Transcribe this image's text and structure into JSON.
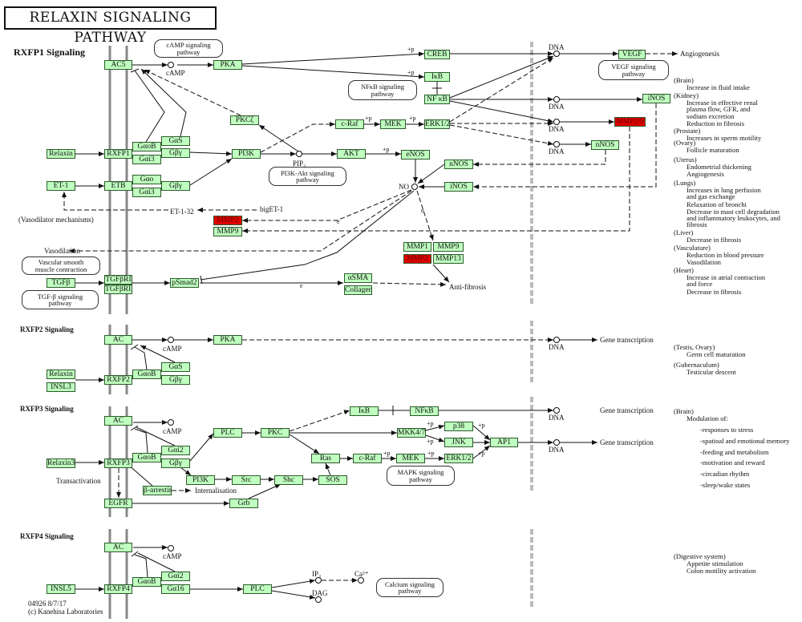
{
  "title": "RELAXIN SIGNALING PATHWAY",
  "colors": {
    "node_fill": "#bfffbf",
    "node_highlight": "#e00000",
    "membrane": "#888888",
    "nucleus_border": "#bbbbbb"
  },
  "sections": [
    {
      "id": "s1",
      "label": "RXFP1 Signaling"
    },
    {
      "id": "s2",
      "label": "RXFP2 Signaling"
    },
    {
      "id": "s3",
      "label": "RXFP3 Signaling"
    },
    {
      "id": "s4",
      "label": "RXFP4 Signaling"
    }
  ],
  "nodes": [
    {
      "id": "ac5",
      "label": "AC5"
    },
    {
      "id": "pka1",
      "label": "PKA"
    },
    {
      "id": "creb",
      "label": "CREB"
    },
    {
      "id": "ikb1",
      "label": "IκB"
    },
    {
      "id": "nfkb1",
      "label": "NF κB"
    },
    {
      "id": "relaxin1",
      "label": "Relaxin"
    },
    {
      "id": "rxfp1",
      "label": "RXFP1"
    },
    {
      "id": "gas1",
      "label": "GαS"
    },
    {
      "id": "gaob1",
      "label": "GαoB"
    },
    {
      "id": "gai3a",
      "label": "Gαi3"
    },
    {
      "id": "gby1",
      "label": "Gβγ"
    },
    {
      "id": "et1",
      "label": "ET-1"
    },
    {
      "id": "etb",
      "label": "ETB"
    },
    {
      "id": "gao",
      "label": "Gαo"
    },
    {
      "id": "gai3b",
      "label": "Gαi3"
    },
    {
      "id": "gby2",
      "label": "Gβγ"
    },
    {
      "id": "pi3k1",
      "label": "PI3K"
    },
    {
      "id": "pkcz",
      "label": "PKCζ"
    },
    {
      "id": "craf1",
      "label": "c-Raf"
    },
    {
      "id": "mek1",
      "label": "MEK"
    },
    {
      "id": "erk1",
      "label": "ERK1/2"
    },
    {
      "id": "akt",
      "label": "AKT"
    },
    {
      "id": "enos",
      "label": "eNOS"
    },
    {
      "id": "nnos_m",
      "label": "nNOS"
    },
    {
      "id": "inos_m",
      "label": "iNOS"
    },
    {
      "id": "vegf",
      "label": "VEGF"
    },
    {
      "id": "inos_r",
      "label": "iNOS"
    },
    {
      "id": "mmp29",
      "label": "MMP2/9",
      "hl": true
    },
    {
      "id": "nnos_r",
      "label": "nNOS"
    },
    {
      "id": "mmp2a",
      "label": "MMP2",
      "hl": true
    },
    {
      "id": "mmp9a",
      "label": "MMP9"
    },
    {
      "id": "mmp1",
      "label": "MMP1"
    },
    {
      "id": "mmp9b",
      "label": "MMP9"
    },
    {
      "id": "mmp2b",
      "label": "MMP2",
      "hl": true
    },
    {
      "id": "mmp13",
      "label": "MMP13"
    },
    {
      "id": "tgfb",
      "label": "TGFβ"
    },
    {
      "id": "tgfbr1",
      "label": "TGFβRI"
    },
    {
      "id": "tgfbr2",
      "label": "TGFβRII"
    },
    {
      "id": "psmad2",
      "label": "pSmad2"
    },
    {
      "id": "asma",
      "label": "αSMA"
    },
    {
      "id": "collagen",
      "label": "Collagen"
    },
    {
      "id": "ac2",
      "label": "AC"
    },
    {
      "id": "pka2",
      "label": "PKA"
    },
    {
      "id": "relaxin2",
      "label": "Relaxin"
    },
    {
      "id": "insl3",
      "label": "INSL3"
    },
    {
      "id": "rxfp2",
      "label": "RXFP2"
    },
    {
      "id": "gaob2",
      "label": "GαoB"
    },
    {
      "id": "gas2",
      "label": "GαS"
    },
    {
      "id": "gby3",
      "label": "Gβγ"
    },
    {
      "id": "ac3",
      "label": "AC"
    },
    {
      "id": "relaxin3",
      "label": "Relaxin3"
    },
    {
      "id": "rxfp3",
      "label": "RXFP3"
    },
    {
      "id": "gaob3",
      "label": "GαoB"
    },
    {
      "id": "gai2a",
      "label": "Gαi2"
    },
    {
      "id": "gby4",
      "label": "Gβγ"
    },
    {
      "id": "barr",
      "label": "β-arrestin"
    },
    {
      "id": "egfr",
      "label": "EGFR"
    },
    {
      "id": "plc3",
      "label": "PLC"
    },
    {
      "id": "pkc",
      "label": "PKC"
    },
    {
      "id": "pi3k3",
      "label": "PI3K"
    },
    {
      "id": "src",
      "label": "Src"
    },
    {
      "id": "shc",
      "label": "Shc"
    },
    {
      "id": "sos",
      "label": "SOS"
    },
    {
      "id": "grb",
      "label": "Grb"
    },
    {
      "id": "ikb3",
      "label": "IκB"
    },
    {
      "id": "nfkb3",
      "label": "NFκB"
    },
    {
      "id": "mkk",
      "label": "MKK4/7"
    },
    {
      "id": "p38",
      "label": "p38"
    },
    {
      "id": "jnk",
      "label": "JNK"
    },
    {
      "id": "ap1",
      "label": "AP1"
    },
    {
      "id": "ras",
      "label": "Ras"
    },
    {
      "id": "craf3",
      "label": "c-Raf"
    },
    {
      "id": "mek3",
      "label": "MEK"
    },
    {
      "id": "erk3",
      "label": "ERK1/2"
    },
    {
      "id": "ac4",
      "label": "AC"
    },
    {
      "id": "insl5",
      "label": "INSL5"
    },
    {
      "id": "rxfp4",
      "label": "RXFP4"
    },
    {
      "id": "gaob4",
      "label": "GαoB"
    },
    {
      "id": "gai2b",
      "label": "Gαi2"
    },
    {
      "id": "ga16",
      "label": "Gα16"
    },
    {
      "id": "plc4",
      "label": "PLC"
    }
  ],
  "pathways": [
    {
      "id": "camp_pw",
      "label": "cAMP signaling\npathway"
    },
    {
      "id": "nfkb_pw",
      "label": "NFκB signaling\npathway"
    },
    {
      "id": "vegf_pw",
      "label": "VEGF signaling\npathway"
    },
    {
      "id": "pi3k_pw",
      "label": "PI3K-Akt signaling\npathway"
    },
    {
      "id": "vsmc_pw",
      "label": "Vascular smooth\nmuscle contraction"
    },
    {
      "id": "tgfb_pw",
      "label": "TGF-β signaling\npathway"
    },
    {
      "id": "mapk_pw",
      "label": "MAPK signaling\npathway"
    },
    {
      "id": "ca_pw",
      "label": "Calcium signaling\npathway"
    }
  ],
  "labels": [
    {
      "id": "camp1",
      "text": "cAMP"
    },
    {
      "id": "camp2",
      "text": "cAMP"
    },
    {
      "id": "camp3",
      "text": "cAMP"
    },
    {
      "id": "camp4",
      "text": "cAMP"
    },
    {
      "id": "pip3",
      "text": "PIP₃"
    },
    {
      "id": "no",
      "text": "NO"
    },
    {
      "id": "dna1",
      "text": "DNA"
    },
    {
      "id": "dna2",
      "text": "DNA"
    },
    {
      "id": "dna3",
      "text": "DNA"
    },
    {
      "id": "dna4",
      "text": "DNA"
    },
    {
      "id": "dna5",
      "text": "DNA"
    },
    {
      "id": "dna6",
      "text": "DNA"
    },
    {
      "id": "dna7",
      "text": "DNA"
    },
    {
      "id": "angio",
      "text": "Angiogenesis"
    },
    {
      "id": "et132",
      "text": "ET-1-32"
    },
    {
      "id": "biget1",
      "text": "bigET-1"
    },
    {
      "id": "vasomech",
      "text": "(Vasodilator mechanisms)"
    },
    {
      "id": "vasodil",
      "text": "Vasodilation"
    },
    {
      "id": "antifib",
      "text": "Anti-fibrosis"
    },
    {
      "id": "gt1",
      "text": "Gene transcription"
    },
    {
      "id": "gt2",
      "text": "Gene transcription"
    },
    {
      "id": "gt3",
      "text": "Gene transcription"
    },
    {
      "id": "transact",
      "text": "Transactivation"
    },
    {
      "id": "internal",
      "text": "Internalisation"
    },
    {
      "id": "ip3",
      "text": "IP₃"
    },
    {
      "id": "ca",
      "text": "Ca²⁺"
    },
    {
      "id": "dag",
      "text": "DAG"
    },
    {
      "id": "p1",
      "text": "+p"
    },
    {
      "id": "p2",
      "text": "+p"
    },
    {
      "id": "p3",
      "text": "+p"
    },
    {
      "id": "p4",
      "text": "+p"
    },
    {
      "id": "p5",
      "text": "+p"
    },
    {
      "id": "p6",
      "text": "+p"
    },
    {
      "id": "p7",
      "text": "+p"
    },
    {
      "id": "p8",
      "text": "+p"
    },
    {
      "id": "p9",
      "text": "+p"
    },
    {
      "id": "p10",
      "text": "+p"
    },
    {
      "id": "p11",
      "text": "+p"
    },
    {
      "id": "e1",
      "text": "e"
    },
    {
      "id": "e2",
      "text": "e"
    },
    {
      "id": "e3",
      "text": "e"
    },
    {
      "id": "foot1",
      "text": "04926 8/7/17"
    },
    {
      "id": "foot2",
      "text": "(c) Kanehisa Laboratories"
    }
  ],
  "annotations": [
    {
      "id": "a_brain",
      "tissue": "(Brain)",
      "effects": [
        "Increase in fluid intake"
      ]
    },
    {
      "id": "a_kidney",
      "tissue": "(Kidney)",
      "effects": [
        "Increase in effective renal\nplasma flow, GFR, and\nsodium excretion",
        "Reduction in fibrosis"
      ]
    },
    {
      "id": "a_prostate",
      "tissue": "(Prostate)",
      "effects": [
        "Increases in sperm motility"
      ]
    },
    {
      "id": "a_ovary",
      "tissue": "(Ovary)",
      "effects": [
        "Follicle maturation"
      ]
    },
    {
      "id": "a_uterus",
      "tissue": "(Uterus)",
      "effects": [
        "Endometrial thickening",
        "Angiogenesis"
      ]
    },
    {
      "id": "a_lungs",
      "tissue": "(Lungs)",
      "effects": [
        "Increases in lung perfusion\nand gas exchange",
        "Relaxation of bronchi",
        "Decrease in mast cell degradation\nand inflammatory leukocytes, and\nfibrosis"
      ]
    },
    {
      "id": "a_liver",
      "tissue": "(Liver)",
      "effects": [
        "Decrease in fibrosis"
      ]
    },
    {
      "id": "a_vasc",
      "tissue": "(Vasculature)",
      "effects": [
        "Reduction in blood pressure",
        "Vasodilation"
      ]
    },
    {
      "id": "a_heart",
      "tissue": "(Heart)",
      "effects": [
        "Increase in atrial contraction\nand force",
        "Decrease in fibrosis"
      ]
    },
    {
      "id": "a_testis",
      "tissue": "(Testis, Ovary)",
      "effects": [
        "Germ cell maturation"
      ]
    },
    {
      "id": "a_guber",
      "tissue": "(Gubernaculum)",
      "effects": [
        "Testicular descent"
      ]
    },
    {
      "id": "a_brain3",
      "tissue": "(Brain)",
      "effects": [
        "Modulation of:"
      ],
      "subitems": [
        "-responses to stress",
        "-spatioal and emotional memory",
        "-feeding and metabolism",
        "-motivation and reward",
        "-circadian rhythm",
        "-sleep/wake states"
      ]
    },
    {
      "id": "a_digest",
      "tissue": "(Digestive system)",
      "effects": [
        "Appetite stimulation",
        "Colon motility activation"
      ]
    }
  ]
}
